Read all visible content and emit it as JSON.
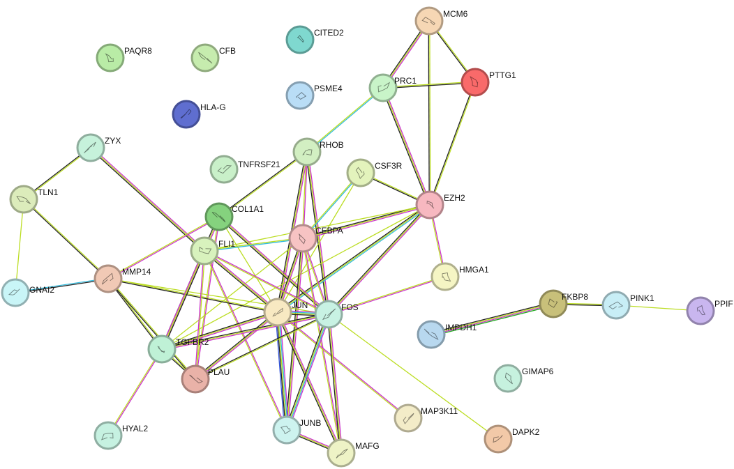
{
  "network": {
    "legend_colors": {
      "experimental": "#cc33cc",
      "database": "#33bbdd",
      "textmining": "#bbdd22",
      "coexpression": "#222222",
      "neighborhood": "#22aa22",
      "cooccurrence": "#3355dd"
    },
    "nodes": [
      {
        "id": "PAQR8",
        "label": "PAQR8",
        "color": "#b9eca6",
        "icon": "protein-structure-icon"
      },
      {
        "id": "CFB",
        "label": "CFB",
        "color": "#c6ecae",
        "icon": "protein-structure-icon"
      },
      {
        "id": "CITED2",
        "label": "CITED2",
        "color": "#7fd8cf",
        "icon": "protein-structure-icon"
      },
      {
        "id": "MCM6",
        "label": "MCM6",
        "color": "#f6d7b4",
        "icon": "protein-structure-icon"
      },
      {
        "id": "PTTG1",
        "label": "PTTG1",
        "color": "#f96a6a",
        "icon": "protein-structure-icon"
      },
      {
        "id": "PRC1",
        "label": "PRC1",
        "color": "#c8f4c8",
        "icon": "protein-structure-icon"
      },
      {
        "id": "PSME4",
        "label": "PSME4",
        "color": "#b9ddf6",
        "icon": "protein-structure-icon"
      },
      {
        "id": "HLA-G",
        "label": "HLA-G",
        "color": "#5f6ed0",
        "icon": "protein-structure-icon"
      },
      {
        "id": "ZYX",
        "label": "ZYX",
        "color": "#c6f2db",
        "icon": "protein-structure-icon"
      },
      {
        "id": "RHOB",
        "label": "RHOB",
        "color": "#d2efc2",
        "icon": "protein-structure-icon"
      },
      {
        "id": "TNFRSF21",
        "label": "TNFRSF21",
        "color": "#c9f0c9",
        "icon": "protein-structure-icon"
      },
      {
        "id": "CSF3R",
        "label": "CSF3R",
        "color": "#e3f3bc",
        "icon": "protein-structure-icon"
      },
      {
        "id": "TLN1",
        "label": "TLN1",
        "color": "#dcecbb",
        "icon": "protein-structure-icon"
      },
      {
        "id": "EZH2",
        "label": "EZH2",
        "color": "#f7b8c0",
        "icon": "protein-structure-icon"
      },
      {
        "id": "COL1A1",
        "label": "COL1A1",
        "color": "#85d27e",
        "icon": "protein-structure-icon"
      },
      {
        "id": "CEBPA",
        "label": "CEBPA",
        "color": "#f7c3c3",
        "icon": "protein-structure-icon"
      },
      {
        "id": "FLI1",
        "label": "FLI1",
        "color": "#d8f2bd",
        "icon": "protein-structure-icon"
      },
      {
        "id": "HMGA1",
        "label": "HMGA1",
        "color": "#f5f5c4",
        "icon": "protein-structure-icon"
      },
      {
        "id": "MMP14",
        "label": "MMP14",
        "color": "#f1c9b5",
        "icon": "protein-structure-icon"
      },
      {
        "id": "GNAI2",
        "label": "GNAI2",
        "color": "#c9f5f7",
        "icon": "protein-structure-icon"
      },
      {
        "id": "JUN",
        "label": "JUN",
        "color": "#f8e9c2",
        "icon": "protein-structure-icon"
      },
      {
        "id": "FOS",
        "label": "FOS",
        "color": "#c8f2e3",
        "icon": "protein-structure-icon"
      },
      {
        "id": "FKBP8",
        "label": "FKBP8",
        "color": "#c8c07a",
        "icon": "protein-structure-icon"
      },
      {
        "id": "PINK1",
        "label": "PINK1",
        "color": "#c8eef6",
        "icon": "protein-structure-icon"
      },
      {
        "id": "PPIF",
        "label": "PPIF",
        "color": "#c9b6ef",
        "icon": "protein-structure-icon"
      },
      {
        "id": "IMPDH1",
        "label": "IMPDH1",
        "color": "#b8d8ef",
        "icon": "protein-structure-icon"
      },
      {
        "id": "TGFBR2",
        "label": "TGFBR2",
        "color": "#bff1d6",
        "icon": "protein-structure-icon"
      },
      {
        "id": "PLAU",
        "label": "PLAU",
        "color": "#e9b2a8",
        "icon": "protein-structure-icon"
      },
      {
        "id": "GIMAP6",
        "label": "GIMAP6",
        "color": "#c6f1de",
        "icon": "protein-structure-icon"
      },
      {
        "id": "HYAL2",
        "label": "HYAL2",
        "color": "#c6f1e1",
        "icon": "protein-structure-icon"
      },
      {
        "id": "JUNB",
        "label": "JUNB",
        "color": "#cdf3ef",
        "icon": "protein-structure-icon"
      },
      {
        "id": "MAP3K11",
        "label": "MAP3K11",
        "color": "#f3ecc8",
        "icon": "protein-structure-icon"
      },
      {
        "id": "MAFG",
        "label": "MAFG",
        "color": "#eef3c6",
        "icon": "protein-structure-icon"
      },
      {
        "id": "DAPK2",
        "label": "DAPK2",
        "color": "#f2c9a8",
        "icon": "protein-structure-icon"
      }
    ],
    "edges": [
      {
        "source": "MCM6",
        "target": "PRC1",
        "types": [
          "experimental",
          "textmining",
          "coexpression"
        ]
      },
      {
        "source": "MCM6",
        "target": "PTTG1",
        "types": [
          "textmining",
          "coexpression"
        ]
      },
      {
        "source": "MCM6",
        "target": "EZH2",
        "types": [
          "textmining",
          "coexpression"
        ]
      },
      {
        "source": "PRC1",
        "target": "PTTG1",
        "types": [
          "textmining",
          "coexpression"
        ]
      },
      {
        "source": "PRC1",
        "target": "EZH2",
        "types": [
          "experimental",
          "textmining",
          "coexpression"
        ]
      },
      {
        "source": "PTTG1",
        "target": "EZH2",
        "types": [
          "textmining",
          "coexpression"
        ]
      },
      {
        "source": "PRC1",
        "target": "RHOB",
        "types": [
          "database",
          "textmining"
        ]
      },
      {
        "source": "ZYX",
        "target": "TLN1",
        "types": [
          "textmining",
          "coexpression"
        ]
      },
      {
        "source": "ZYX",
        "target": "FLI1",
        "types": [
          "experimental",
          "textmining",
          "coexpression"
        ]
      },
      {
        "source": "TLN1",
        "target": "GNAI2",
        "types": [
          "textmining"
        ]
      },
      {
        "source": "TLN1",
        "target": "MMP14",
        "types": [
          "textmining",
          "coexpression"
        ]
      },
      {
        "source": "GNAI2",
        "target": "MMP14",
        "types": [
          "database",
          "coexpression"
        ]
      },
      {
        "source": "RHOB",
        "target": "COL1A1",
        "types": [
          "textmining",
          "coexpression"
        ]
      },
      {
        "source": "RHOB",
        "target": "CEBPA",
        "types": [
          "experimental",
          "textmining"
        ]
      },
      {
        "source": "RHOB",
        "target": "JUN",
        "types": [
          "experimental",
          "textmining",
          "coexpression"
        ]
      },
      {
        "source": "RHOB",
        "target": "FOS",
        "types": [
          "experimental",
          "textmining",
          "coexpression"
        ]
      },
      {
        "source": "CSF3R",
        "target": "EZH2",
        "types": [
          "textmining",
          "coexpression"
        ]
      },
      {
        "source": "CSF3R",
        "target": "CEBPA",
        "types": [
          "database",
          "textmining"
        ]
      },
      {
        "source": "CSF3R",
        "target": "JUN",
        "types": [
          "textmining"
        ]
      },
      {
        "source": "EZH2",
        "target": "CEBPA",
        "types": [
          "experimental",
          "textmining",
          "coexpression"
        ]
      },
      {
        "source": "EZH2",
        "target": "HMGA1",
        "types": [
          "experimental",
          "textmining"
        ]
      },
      {
        "source": "EZH2",
        "target": "JUN",
        "types": [
          "database",
          "textmining",
          "coexpression"
        ]
      },
      {
        "source": "EZH2",
        "target": "FOS",
        "types": [
          "experimental",
          "textmining",
          "coexpression"
        ]
      },
      {
        "source": "EZH2",
        "target": "FLI1",
        "types": [
          "textmining"
        ]
      },
      {
        "source": "EZH2",
        "target": "TGFBR2",
        "types": [
          "textmining"
        ]
      },
      {
        "source": "COL1A1",
        "target": "MMP14",
        "types": [
          "experimental",
          "textmining"
        ]
      },
      {
        "source": "COL1A1",
        "target": "TGFBR2",
        "types": [
          "experimental",
          "textmining",
          "coexpression"
        ]
      },
      {
        "source": "COL1A1",
        "target": "PLAU",
        "types": [
          "experimental",
          "textmining"
        ]
      },
      {
        "source": "COL1A1",
        "target": "JUN",
        "types": [
          "textmining"
        ]
      },
      {
        "source": "COL1A1",
        "target": "FOS",
        "types": [
          "experimental",
          "textmining",
          "coexpression"
        ]
      },
      {
        "source": "CEBPA",
        "target": "FLI1",
        "types": [
          "database",
          "textmining"
        ]
      },
      {
        "source": "CEBPA",
        "target": "JUN",
        "types": [
          "experimental",
          "textmining",
          "coexpression"
        ]
      },
      {
        "source": "CEBPA",
        "target": "FOS",
        "types": [
          "experimental",
          "textmining"
        ]
      },
      {
        "source": "CEBPA",
        "target": "JUNB",
        "types": [
          "experimental",
          "textmining",
          "coexpression"
        ]
      },
      {
        "source": "CEBPA",
        "target": "MAFG",
        "types": [
          "experimental",
          "textmining"
        ]
      },
      {
        "source": "CEBPA",
        "target": "TGFBR2",
        "types": [
          "textmining"
        ]
      },
      {
        "source": "FLI1",
        "target": "JUN",
        "types": [
          "experimental",
          "textmining",
          "coexpression"
        ]
      },
      {
        "source": "FLI1",
        "target": "FOS",
        "types": [
          "experimental",
          "textmining"
        ]
      },
      {
        "source": "FLI1",
        "target": "JUNB",
        "types": [
          "experimental",
          "textmining"
        ]
      },
      {
        "source": "HMGA1",
        "target": "FOS",
        "types": [
          "experimental",
          "textmining"
        ]
      },
      {
        "source": "MMP14",
        "target": "JUN",
        "types": [
          "textmining",
          "coexpression"
        ]
      },
      {
        "source": "MMP14",
        "target": "FOS",
        "types": [
          "textmining"
        ]
      },
      {
        "source": "MMP14",
        "target": "TGFBR2",
        "types": [
          "textmining",
          "coexpression"
        ]
      },
      {
        "source": "MMP14",
        "target": "PLAU",
        "types": [
          "textmining",
          "coexpression"
        ]
      },
      {
        "source": "JUN",
        "target": "FOS",
        "types": [
          "experimental",
          "database",
          "textmining",
          "coexpression"
        ]
      },
      {
        "source": "JUN",
        "target": "TGFBR2",
        "types": [
          "experimental",
          "textmining",
          "coexpression"
        ]
      },
      {
        "source": "JUN",
        "target": "PLAU",
        "types": [
          "experimental",
          "textmining",
          "coexpression"
        ]
      },
      {
        "source": "JUN",
        "target": "JUNB",
        "types": [
          "experimental",
          "database",
          "textmining",
          "coexpression",
          "cooccurrence"
        ]
      },
      {
        "source": "JUN",
        "target": "MAFG",
        "types": [
          "experimental",
          "textmining",
          "coexpression"
        ]
      },
      {
        "source": "JUN",
        "target": "MAP3K11",
        "types": [
          "experimental",
          "textmining"
        ]
      },
      {
        "source": "FOS",
        "target": "TGFBR2",
        "types": [
          "experimental",
          "textmining",
          "coexpression"
        ]
      },
      {
        "source": "FOS",
        "target": "PLAU",
        "types": [
          "textmining",
          "coexpression"
        ]
      },
      {
        "source": "FOS",
        "target": "JUNB",
        "types": [
          "experimental",
          "database",
          "textmining",
          "coexpression"
        ]
      },
      {
        "source": "FOS",
        "target": "MAFG",
        "types": [
          "experimental",
          "textmining",
          "coexpression"
        ]
      },
      {
        "source": "FOS",
        "target": "DAPK2",
        "types": [
          "textmining"
        ]
      },
      {
        "source": "JUNB",
        "target": "MAFG",
        "types": [
          "experimental",
          "textmining",
          "coexpression"
        ]
      },
      {
        "source": "TGFBR2",
        "target": "PLAU",
        "types": [
          "textmining",
          "coexpression"
        ]
      },
      {
        "source": "TGFBR2",
        "target": "HYAL2",
        "types": [
          "experimental",
          "textmining"
        ]
      },
      {
        "source": "TGFBR2",
        "target": "FLI1",
        "types": [
          "experimental",
          "textmining",
          "coexpression"
        ]
      },
      {
        "source": "PLAU",
        "target": "FLI1",
        "types": [
          "experimental",
          "textmining"
        ]
      },
      {
        "source": "FKBP8",
        "target": "IMPDH1",
        "types": [
          "neighborhood",
          "experimental",
          "textmining",
          "coexpression"
        ]
      },
      {
        "source": "FKBP8",
        "target": "PINK1",
        "types": [
          "textmining",
          "coexpression"
        ]
      },
      {
        "source": "PINK1",
        "target": "PPIF",
        "types": [
          "textmining"
        ]
      }
    ]
  }
}
